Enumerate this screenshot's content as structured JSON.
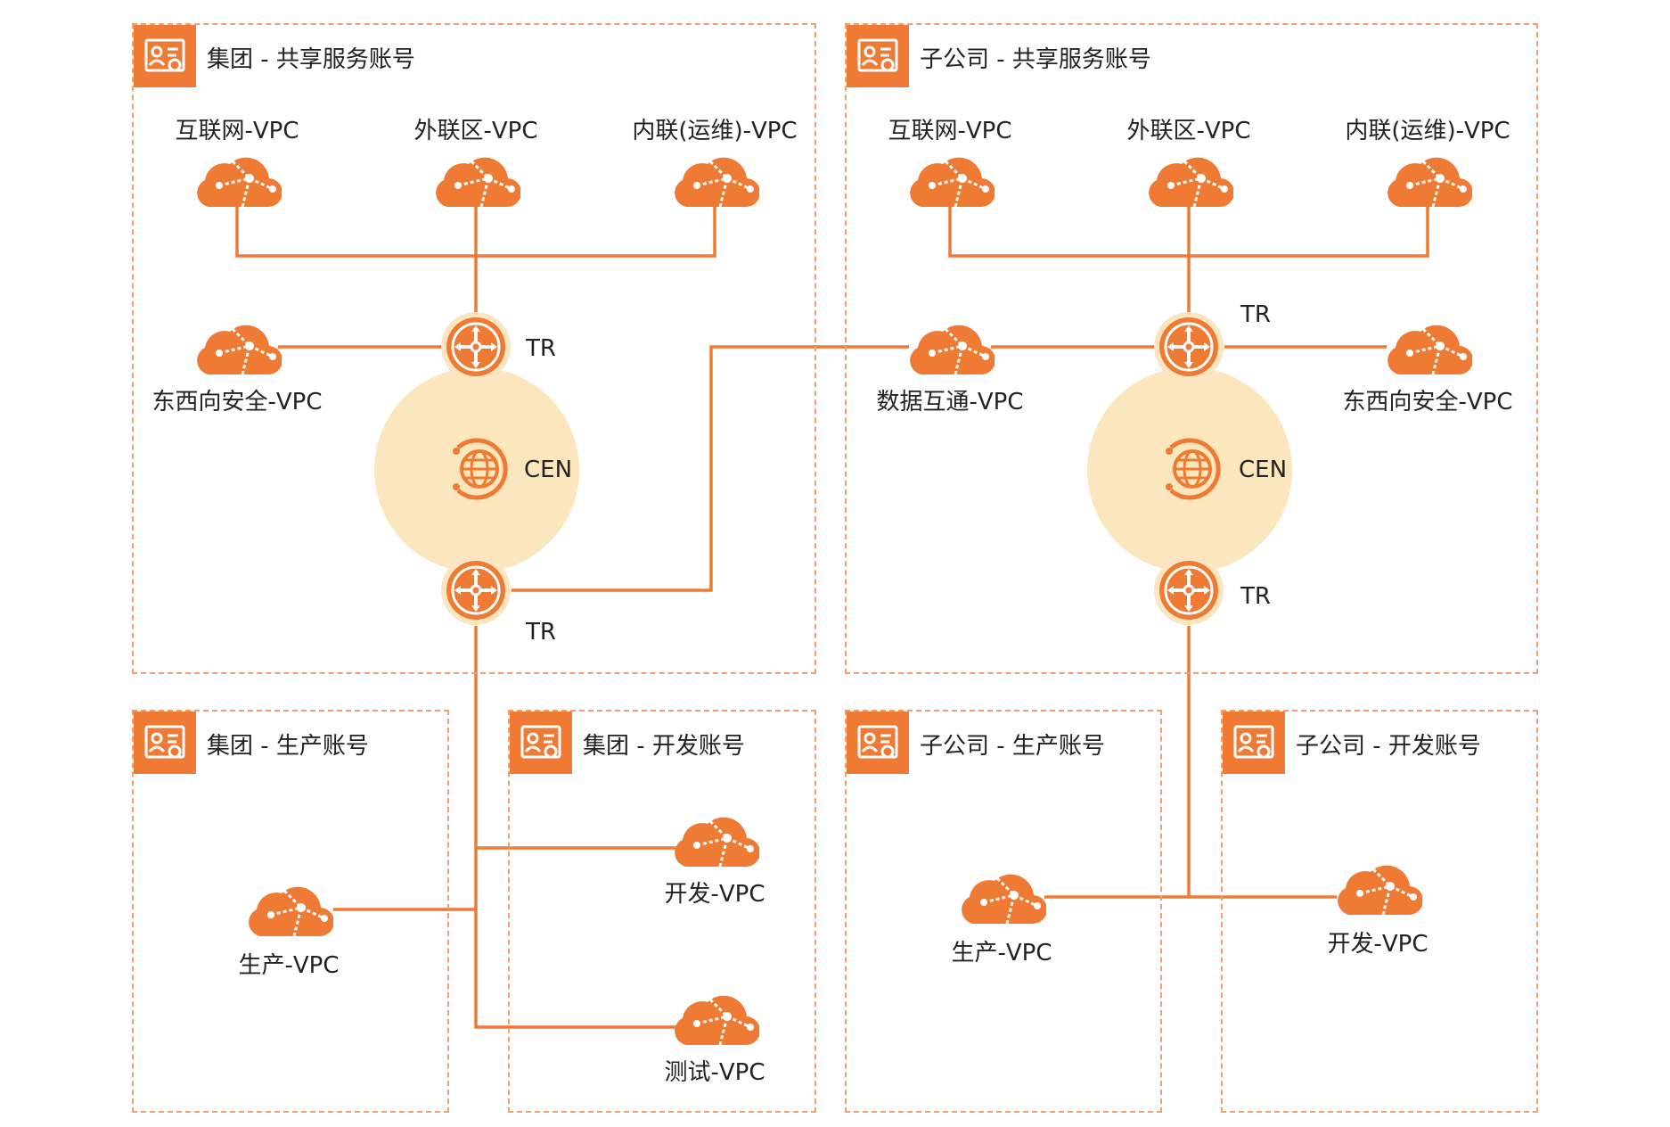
{
  "accounts": {
    "group_shared": "集团 - 共享服务账号",
    "sub_shared": "子公司 - 共享服务账号",
    "group_prod": "集团 - 生产账号",
    "group_dev": "集团 - 开发账号",
    "sub_prod": "子公司 - 生产账号",
    "sub_dev": "子公司 - 开发账号"
  },
  "vpcs": {
    "g_internet": "互联网-VPC",
    "g_extranet": "外联区-VPC",
    "g_ops": "内联(运维)-VPC",
    "g_eastwest": "东西向安全-VPC",
    "s_internet": "互联网-VPC",
    "s_extranet": "外联区-VPC",
    "s_ops": "内联(运维)-VPC",
    "s_datalink": "数据互通-VPC",
    "s_eastwest": "东西向安全-VPC",
    "g_prod": "生产-VPC",
    "g_dev": "开发-VPC",
    "g_test": "测试-VPC",
    "s_prod": "生产-VPC",
    "s_dev": "开发-VPC"
  },
  "routers": {
    "g_top": "TR",
    "g_bottom": "TR",
    "s_top": "TR",
    "s_bottom": "TR"
  },
  "cen": {
    "group": "CEN",
    "sub": "CEN"
  },
  "colors": {
    "accent": "#ee7a33",
    "line": "#ee7a33",
    "dashed_border": "#f0a070",
    "cen_bg": "#fbe6bd"
  },
  "icons": {
    "account": "account-gear-icon",
    "vpc": "cloud-vpc-icon",
    "router": "transit-router-icon",
    "cen": "globe-cen-icon"
  }
}
